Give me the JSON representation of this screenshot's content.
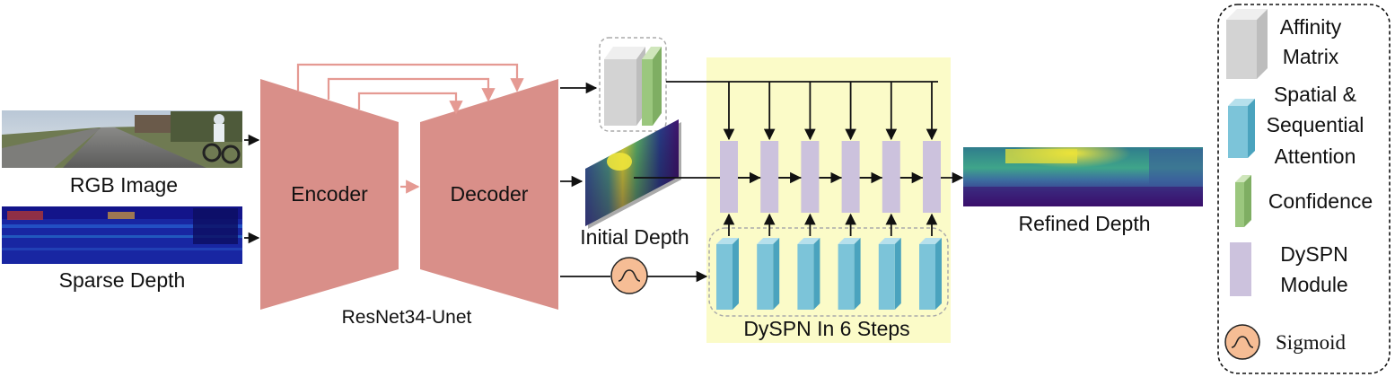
{
  "inputs": {
    "rgb_label": "RGB Image",
    "sparse_label": "Sparse Depth"
  },
  "network": {
    "encoder_label": "Encoder",
    "decoder_label": "Decoder",
    "backbone_label": "ResNet34-Unet"
  },
  "outputs": {
    "initial_depth_label": "Initial Depth",
    "refined_depth_label": "Refined Depth"
  },
  "dyspn": {
    "steps_label": "DySPN In 6 Steps",
    "step_count": 6
  },
  "legend": {
    "affinity_line1": "Affinity",
    "affinity_line2": "Matrix",
    "attention_line1": "Spatial &",
    "attention_line2": "Sequential",
    "attention_line3": "Attention",
    "confidence": "Confidence",
    "dyspn_line1": "DySPN",
    "dyspn_line2": "Module",
    "sigmoid": "Sigmoid"
  },
  "colors": {
    "unet": "#d98f89",
    "skip": "#e59a93",
    "dyspn_panel": "#fbfbc8",
    "dyspn_module": "#ccc2dd",
    "attention_front": "#7cc4d9",
    "attention_side": "#4aa3be",
    "affinity_front": "#d3d3d3",
    "confidence": "#9bc77e",
    "sigmoid": "#f6bd95"
  }
}
